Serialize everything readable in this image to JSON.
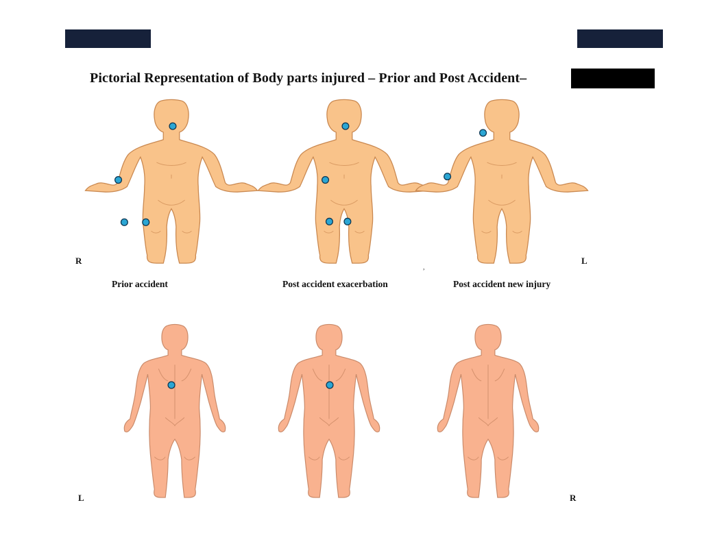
{
  "title": "Pictorial Representation of Body parts injured – Prior and Post Accident–",
  "front_side_labels": {
    "left": "R",
    "right": "L"
  },
  "back_side_labels": {
    "left": "L",
    "right": "R"
  },
  "captions": [
    "Prior accident",
    "Post accident exacerbation",
    "Post accident new injury"
  ],
  "stray_mark": ",",
  "colors": {
    "front_skin": "#f9c38a",
    "back_skin": "#f9b28f",
    "outline": "#c98850",
    "marker_fill": "#2ba6d4",
    "marker_stroke": "#0d3550",
    "redaction": "#16213a"
  }
}
